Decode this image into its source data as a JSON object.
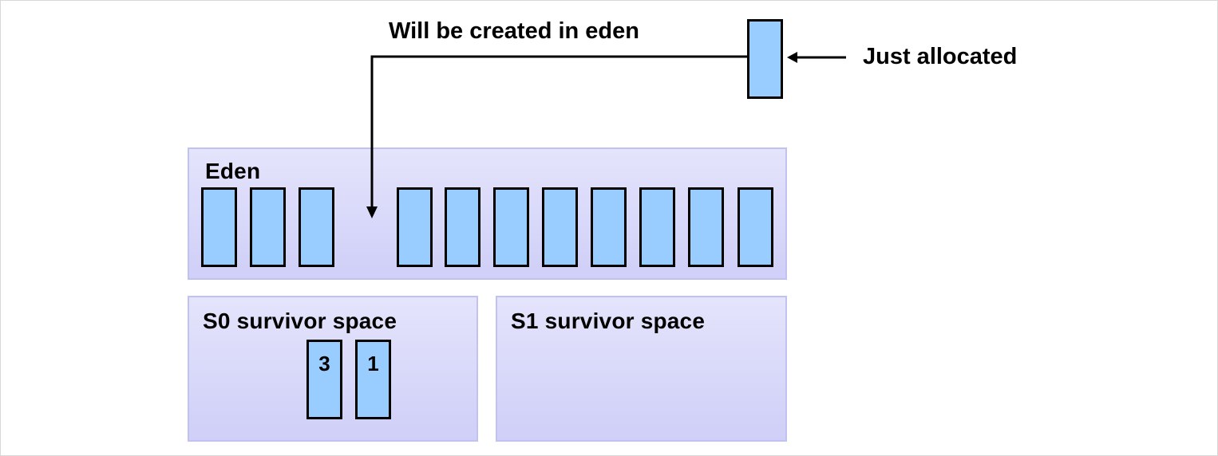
{
  "diagram": {
    "top_caption": "Will be created in eden",
    "side_caption": "Just allocated",
    "eden": {
      "label": "Eden"
    },
    "s0": {
      "label": "S0 survivor space",
      "objects": [
        {
          "age": "3"
        },
        {
          "age": "1"
        }
      ]
    },
    "s1": {
      "label": "S1 survivor space"
    },
    "colors": {
      "object_fill": "#99ccff",
      "region_fill_top": "#e4e4fc",
      "region_fill_bottom": "#cfcff8",
      "region_border": "#c2c2f2",
      "stroke": "#000000"
    },
    "icons": {
      "arrow_to_eden": "arrow-down-icon",
      "arrow_to_new_object": "arrow-left-icon"
    }
  }
}
